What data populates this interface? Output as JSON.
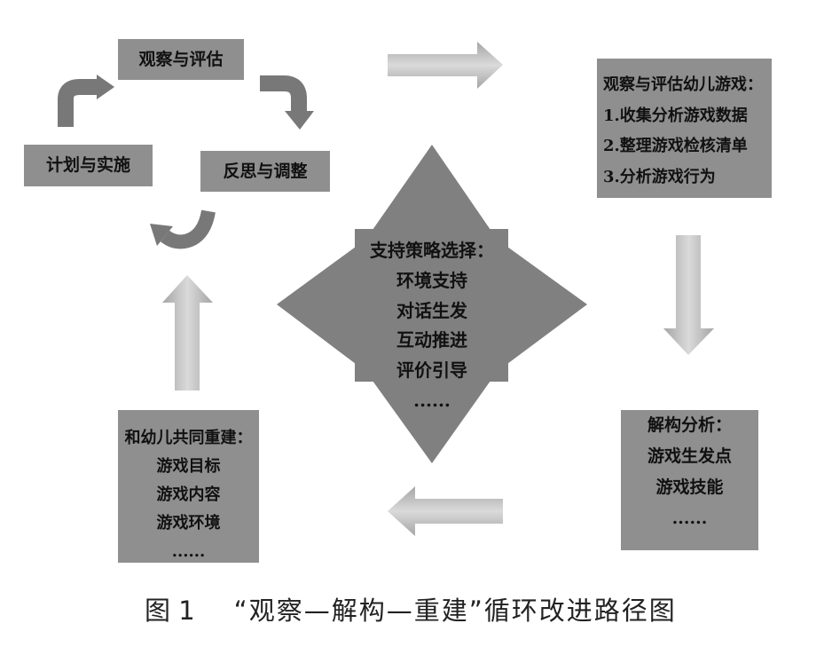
{
  "cycle": {
    "observe": "观察与评估",
    "plan": "计划与实施",
    "reflect": "反思与调整"
  },
  "observe_box": {
    "title": "观察与评估幼儿游戏：",
    "items": [
      "1.收集分析游戏数据",
      "2.整理游戏检核清单",
      "3.分析游戏行为"
    ]
  },
  "strategy": {
    "title": "支持策略选择：",
    "items": [
      "环境支持",
      "对话生发",
      "互动推进",
      "评价引导",
      "......"
    ]
  },
  "deconstruct_box": {
    "title": "解构分析：",
    "items": [
      "游戏生发点",
      "游戏技能",
      "......"
    ]
  },
  "rebuild_box": {
    "title": "和幼儿共同重建：",
    "items": [
      "游戏目标",
      "游戏内容",
      "游戏环境",
      "......"
    ]
  },
  "caption": {
    "label": "图 1",
    "title": "“观察—解构—重建”循环改进路径图"
  },
  "colors": {
    "box": "#8f8f8f",
    "cross_arrow": "#808080",
    "curved_arrow": "#787878",
    "flow_arrow_light": "#dadada",
    "flow_arrow_dark": "#a5a5a5",
    "text": "#111111",
    "caption": "#222222"
  },
  "icons": {
    "curved_arrows": "curved-arrow-icon",
    "flow_arrows": "block-arrow-icon",
    "center": "four-way-arrow-icon"
  }
}
